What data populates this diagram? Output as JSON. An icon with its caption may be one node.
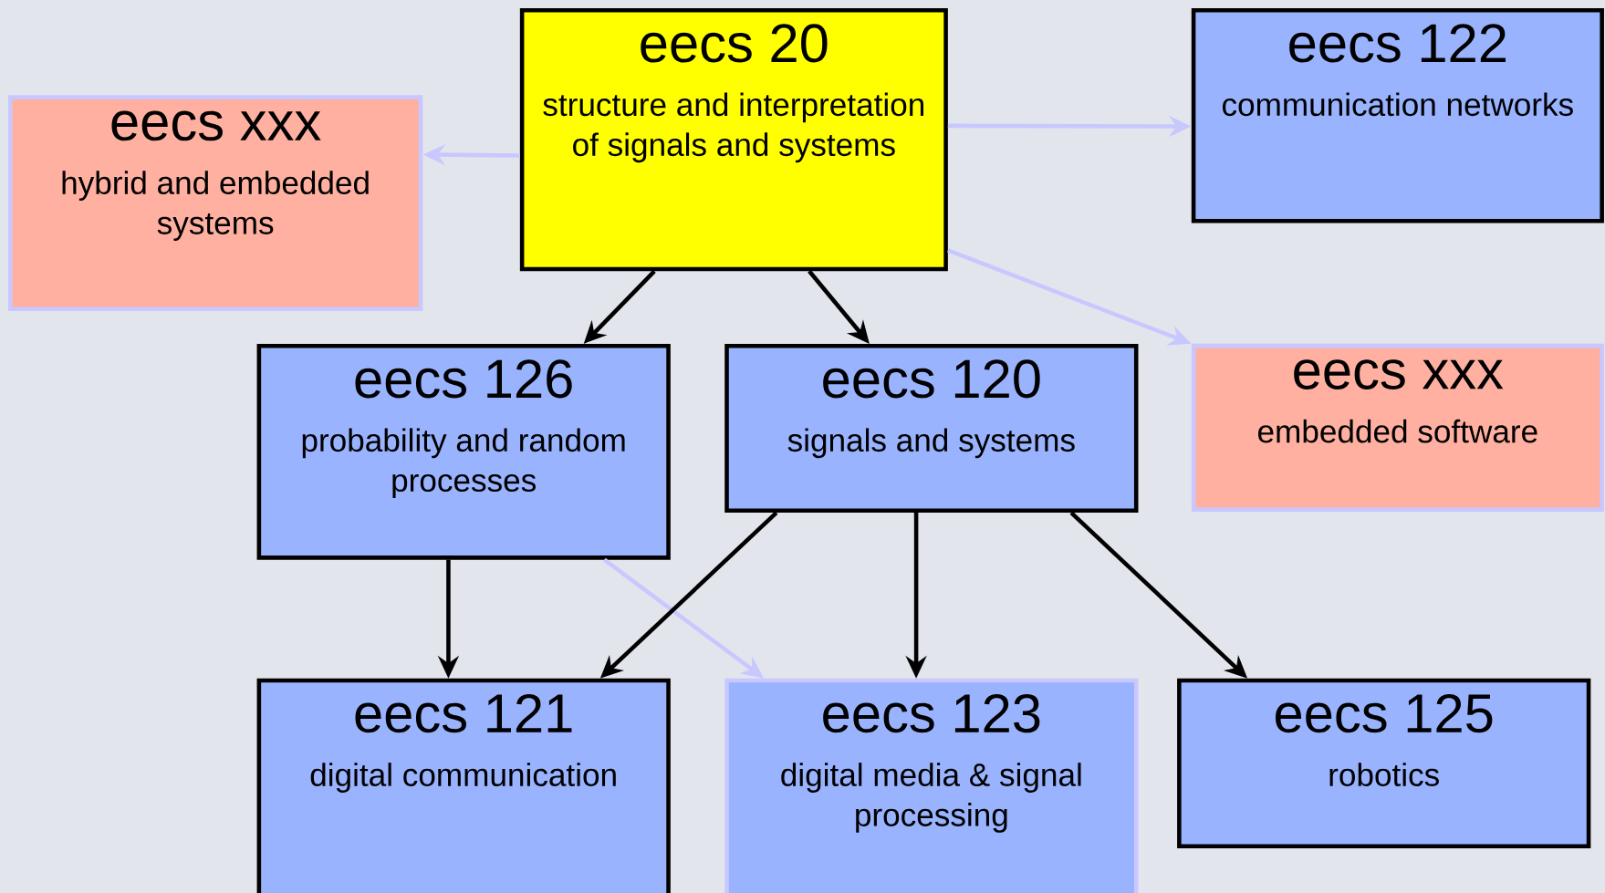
{
  "diagram": {
    "nodes": [
      {
        "text": [
          "eecs 20",
          "structure and interpretation of signals and systems"
        ]
      },
      {
        "text": [
          "eecs xxx",
          "hybrid and embedded systems"
        ]
      },
      {
        "text": [
          "eecs 122",
          "communication networks"
        ]
      },
      {
        "text": [
          "eecs 126",
          "probability and random processes"
        ]
      },
      {
        "text": [
          "eecs 120",
          "signals and systems"
        ]
      },
      {
        "text": [
          "eecs xxx",
          "embedded software"
        ]
      },
      {
        "text": [
          "eecs 121",
          "digital communication"
        ]
      },
      {
        "text": [
          "eecs 123",
          "digital media & signal processing"
        ]
      },
      {
        "text": [
          "eecs 125",
          "robotics"
        ]
      }
    ],
    "edges": [
      {
        "from": 0,
        "to": 1,
        "arrow": "to",
        "color": "#c8c8ff"
      },
      {
        "from": 0,
        "to": 2,
        "arrow": "to",
        "color": "#c8c8ff"
      },
      {
        "from": 0,
        "to": 5,
        "arrow": "to",
        "color": "#c8c8ff"
      },
      {
        "from": 0,
        "to": 3,
        "arrow": "to"
      },
      {
        "from": 0,
        "to": 4,
        "arrow": "to"
      },
      {
        "from": 3,
        "to": 6,
        "arrow": "to"
      },
      {
        "from": 3,
        "to": 7,
        "arrow": "to",
        "color": "#c8c8ff"
      },
      {
        "from": 4,
        "to": 6,
        "arrow": "to"
      },
      {
        "from": 4,
        "to": 7,
        "arrow": "to"
      },
      {
        "from": 4,
        "to": 8,
        "arrow": "to"
      }
    ]
  }
}
